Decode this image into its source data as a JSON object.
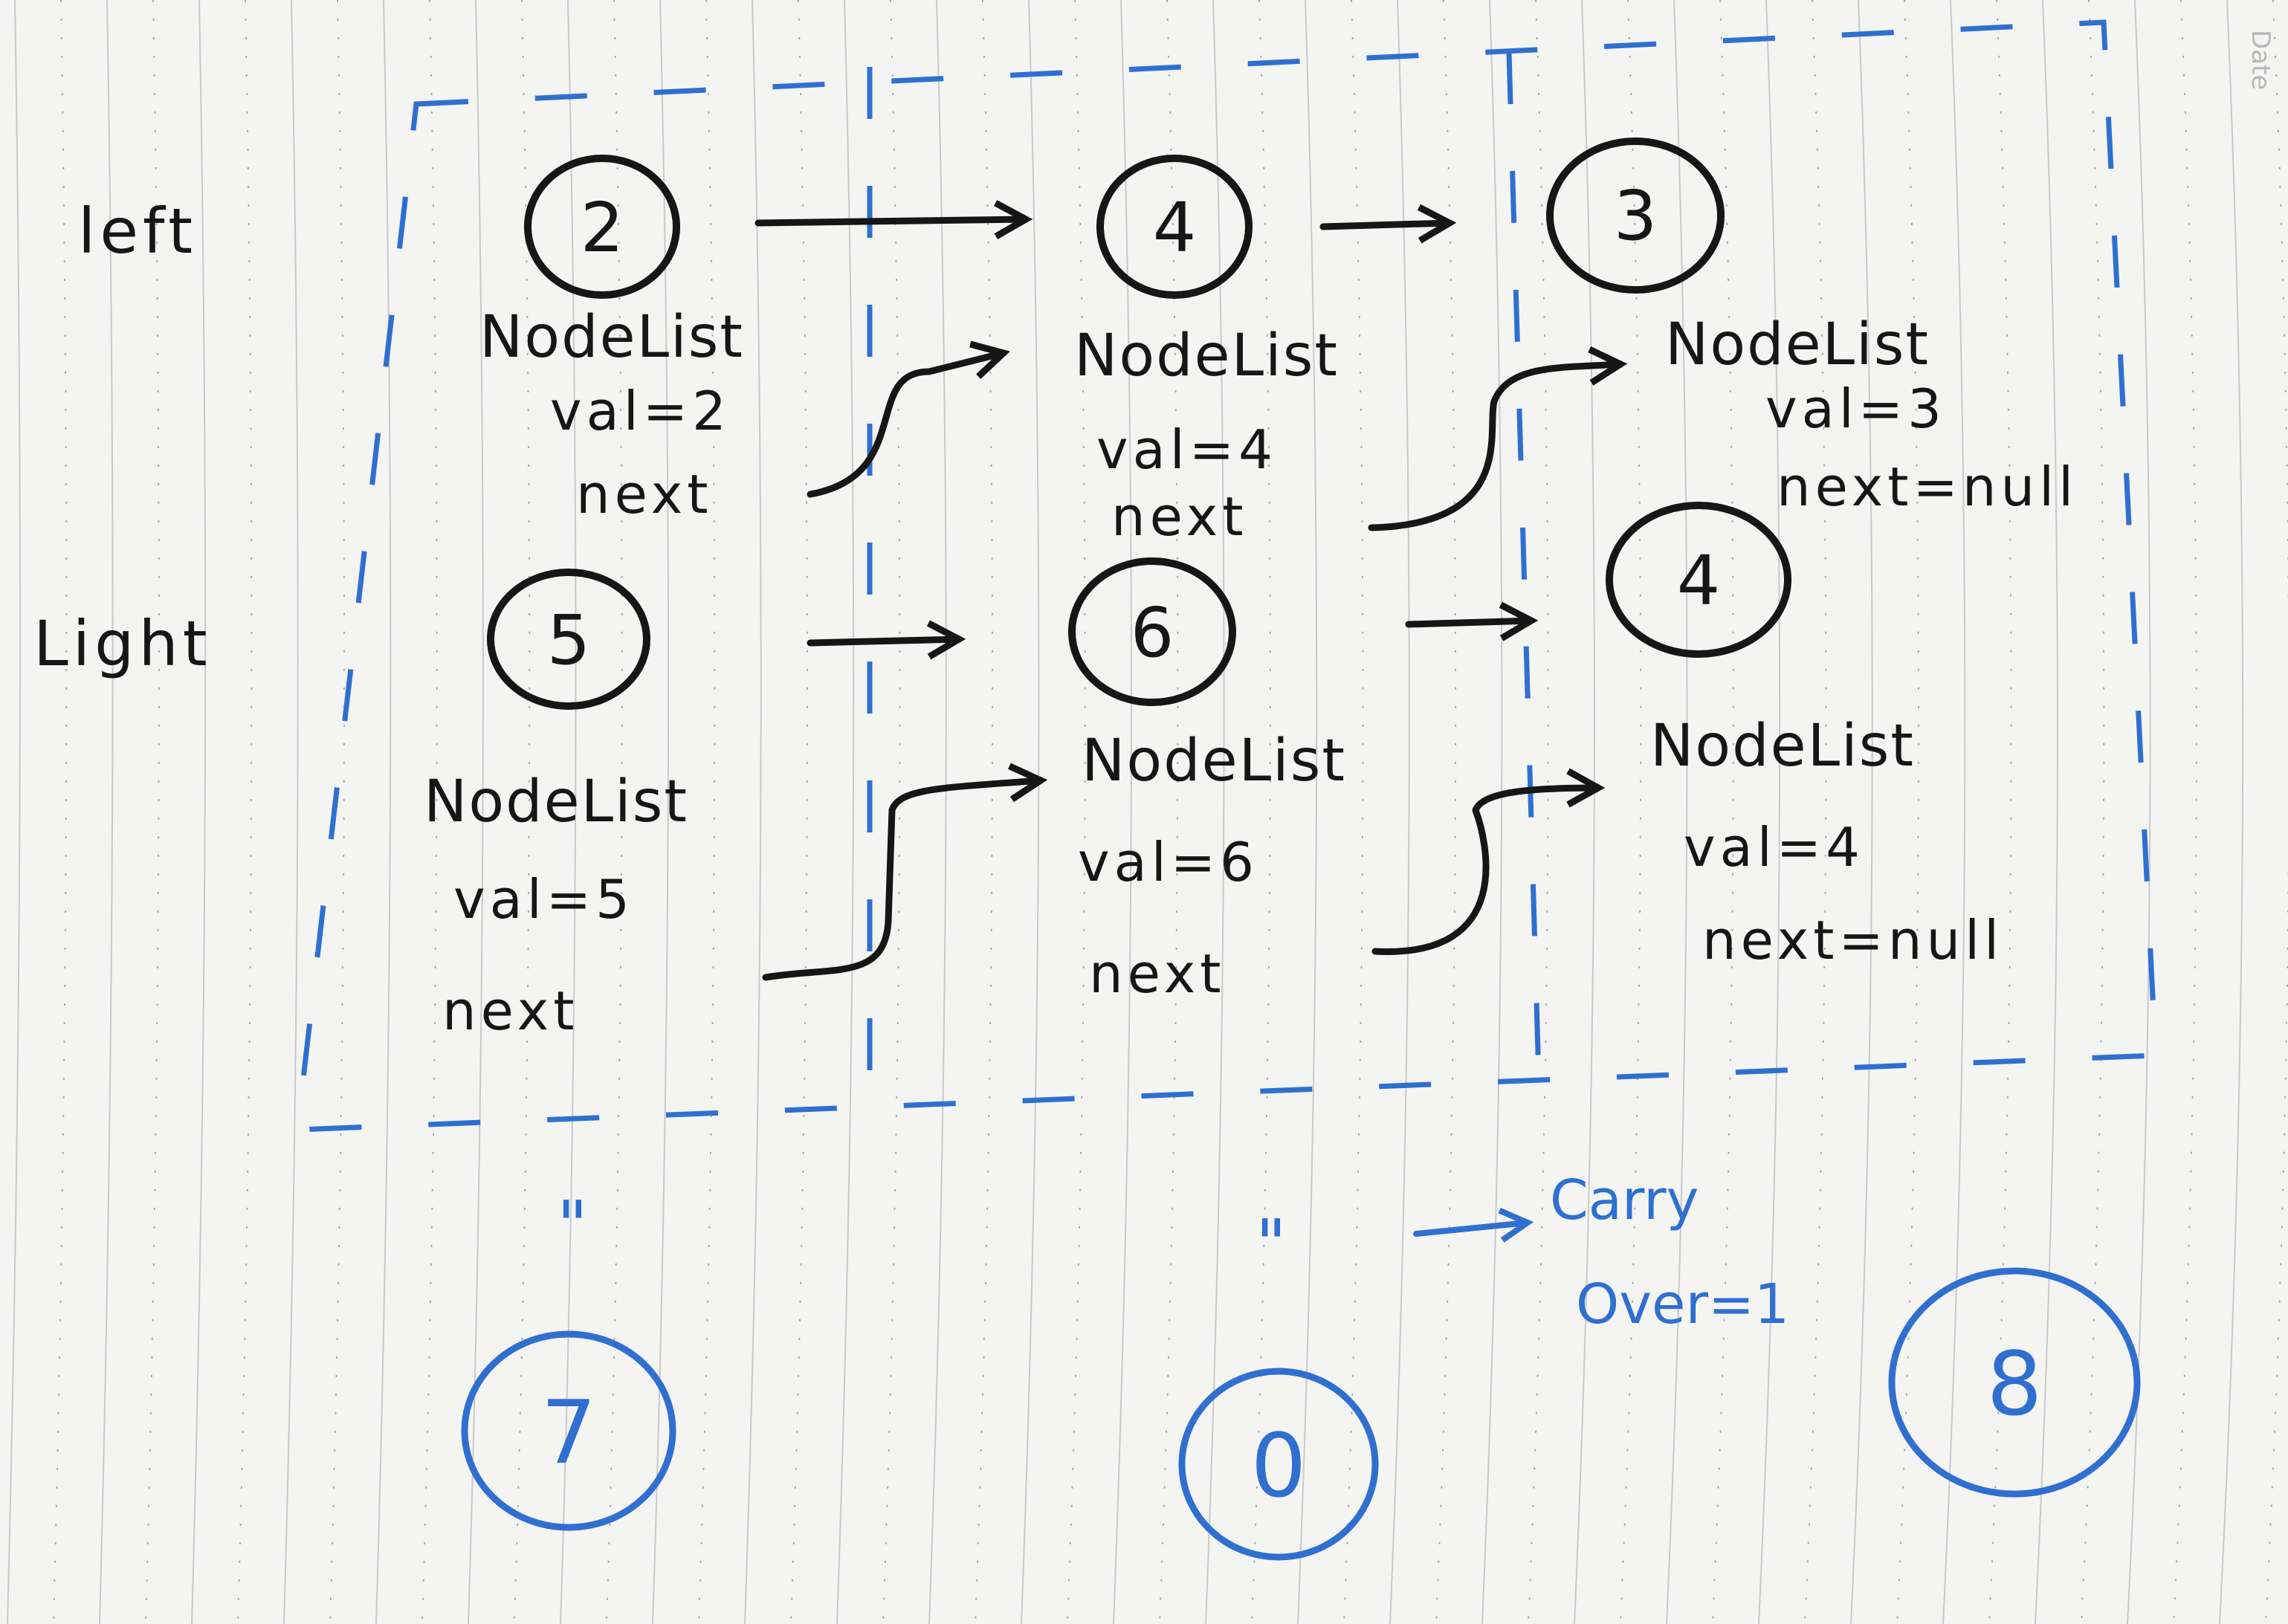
{
  "rows": [
    {
      "label": "left",
      "nodes": [
        {
          "value": "2",
          "lines": [
            "NodeList",
            "val=2",
            "next"
          ]
        },
        {
          "value": "4",
          "lines": [
            "NodeList",
            "val=4",
            "next"
          ]
        },
        {
          "value": "3",
          "lines": [
            "NodeList",
            "val=3",
            "next=null"
          ]
        }
      ]
    },
    {
      "label": "Light",
      "nodes": [
        {
          "value": "5",
          "lines": [
            "NodeList",
            "val=5",
            "next"
          ]
        },
        {
          "value": "6",
          "lines": [
            "NodeList",
            "val=6",
            "next"
          ]
        },
        {
          "value": "4",
          "lines": [
            "NodeList",
            "val=4",
            "next=null"
          ]
        }
      ]
    }
  ],
  "equals_marks": [
    "\"",
    "\""
  ],
  "carry_note": [
    "Carry",
    "Over=1"
  ],
  "results": [
    "7",
    "0",
    "8"
  ],
  "corner_text": "Date",
  "colors": {
    "ink": "#161616",
    "blue_pen": "#2f6fd0",
    "paper": "#f4f4f2",
    "rule": "#c9c9cc"
  }
}
